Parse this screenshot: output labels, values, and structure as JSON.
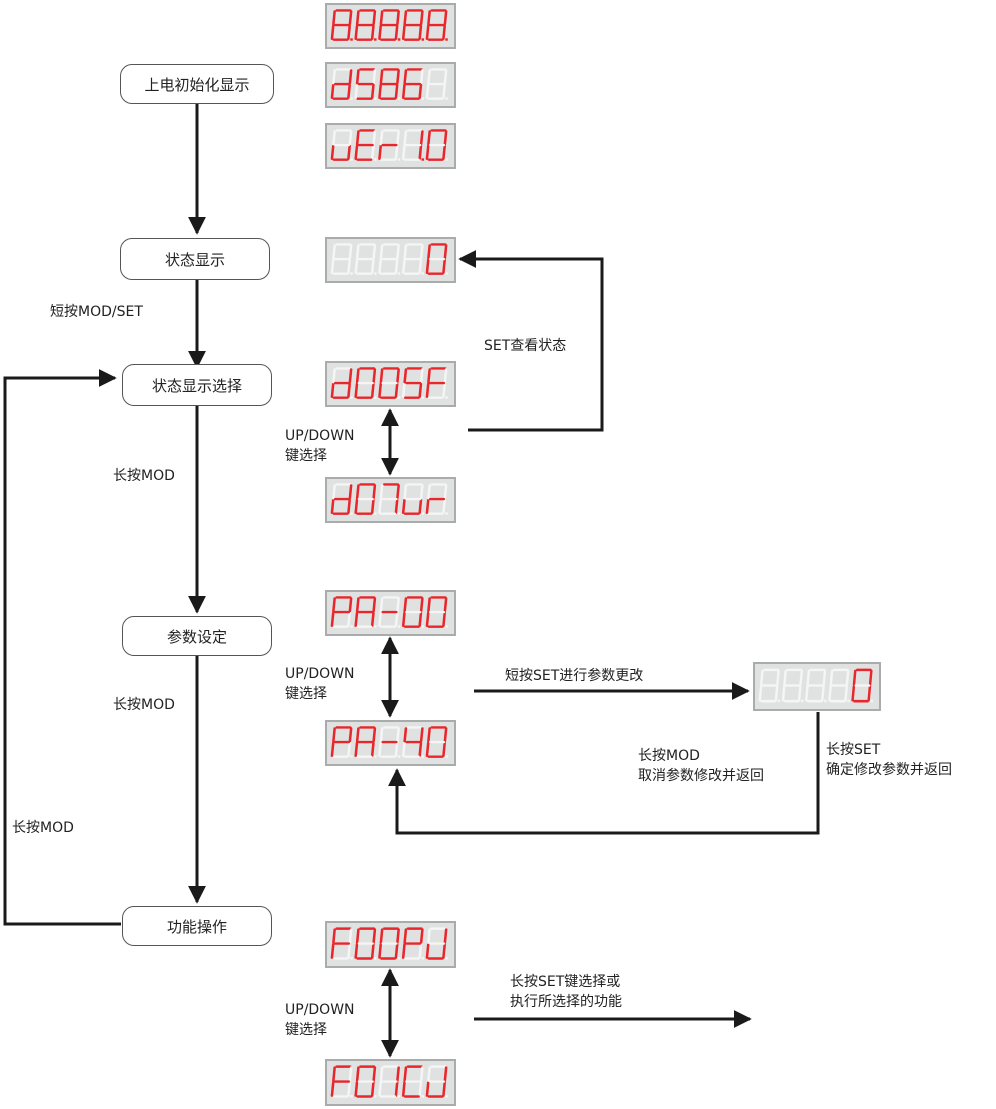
{
  "title": "数码管操作流程图",
  "colors": {
    "segment_on": "#e8262b",
    "segment_off": "#f4f5f4",
    "display_bg": "#dfe2e0",
    "line": "#1a1a1a"
  },
  "nodes": {
    "power_on": "上电初始化显示",
    "status_display": "状态显示",
    "status_select": "状态显示选择",
    "param_setting": "参数设定",
    "function_op": "功能操作"
  },
  "labels": {
    "short_press_mod_set": "短按MOD/SET",
    "long_press_mod_1": "长按MOD",
    "long_press_mod_2": "长按MOD",
    "long_press_mod_loop": "长按MOD",
    "set_view_status": "SET查看状态",
    "updown_1_line1": "UP/DOWN",
    "updown_1_line2": "键选择",
    "updown_2_line1": "UP/DOWN",
    "updown_2_line2": "键选择",
    "updown_3_line1": "UP/DOWN",
    "updown_3_line2": "键选择",
    "short_set_change": "短按SET进行参数更改",
    "cancel_line1": "长按MOD",
    "cancel_line2": "取消参数修改并返回",
    "confirm_line1": "长按SET",
    "confirm_line2": "确定修改参数并返回",
    "exec_line1": "长按SET键选择或",
    "exec_line2": "执行所选择的功能"
  },
  "displays": [
    {
      "id": "boot-all-segments",
      "chars": [
        "8",
        "8",
        "8",
        "8",
        "8"
      ],
      "dots": [
        true,
        true,
        true,
        true,
        true
      ],
      "lit": [
        true,
        true,
        true,
        true,
        true
      ]
    },
    {
      "id": "boot-model",
      "chars": [
        "d",
        "5",
        "8",
        "6",
        "8"
      ],
      "dots": [
        false,
        false,
        false,
        false,
        false
      ],
      "lit": [
        true,
        true,
        true,
        true,
        false
      ]
    },
    {
      "id": "boot-version",
      "chars": [
        "u",
        "E",
        "r",
        "1",
        "0"
      ],
      "dots": [
        false,
        false,
        false,
        true,
        false
      ],
      "lit": [
        true,
        true,
        true,
        true,
        true
      ]
    },
    {
      "id": "status-value",
      "chars": [
        "8",
        "8",
        "8",
        "8",
        "0"
      ],
      "dots": [
        false,
        false,
        false,
        false,
        false
      ],
      "lit": [
        false,
        false,
        false,
        false,
        true
      ]
    },
    {
      "id": "status-item-d005F",
      "chars": [
        "d",
        "0",
        "0",
        "5",
        "F"
      ],
      "dots": [
        false,
        false,
        false,
        false,
        false
      ],
      "lit": [
        true,
        true,
        true,
        true,
        true
      ]
    },
    {
      "id": "status-item-d07ur",
      "chars": [
        "d",
        "0",
        "7",
        "u",
        "r"
      ],
      "dots": [
        false,
        false,
        false,
        false,
        false
      ],
      "lit": [
        true,
        true,
        true,
        true,
        true
      ]
    },
    {
      "id": "param-PA-00",
      "chars": [
        "P",
        "A",
        "-",
        "0",
        "0"
      ],
      "dots": [
        false,
        false,
        false,
        false,
        false
      ],
      "lit": [
        true,
        true,
        true,
        true,
        true
      ]
    },
    {
      "id": "param-PA-40",
      "chars": [
        "P",
        "A",
        "-",
        "4",
        "0"
      ],
      "dots": [
        false,
        false,
        false,
        false,
        false
      ],
      "lit": [
        true,
        true,
        true,
        true,
        true
      ]
    },
    {
      "id": "param-edit-value",
      "chars": [
        "8",
        "8",
        "8",
        "8",
        "0"
      ],
      "dots": [
        false,
        false,
        false,
        false,
        false
      ],
      "lit": [
        false,
        false,
        false,
        false,
        true
      ]
    },
    {
      "id": "func-F00PJ",
      "chars": [
        "F",
        "0",
        "0",
        "P",
        "J"
      ],
      "dots": [
        false,
        false,
        false,
        false,
        false
      ],
      "lit": [
        true,
        true,
        true,
        true,
        true
      ]
    },
    {
      "id": "func-F01CJ",
      "chars": [
        "F",
        "0",
        "1",
        "C",
        "J"
      ],
      "dots": [
        false,
        false,
        false,
        false,
        false
      ],
      "lit": [
        true,
        true,
        true,
        true,
        true
      ]
    }
  ]
}
